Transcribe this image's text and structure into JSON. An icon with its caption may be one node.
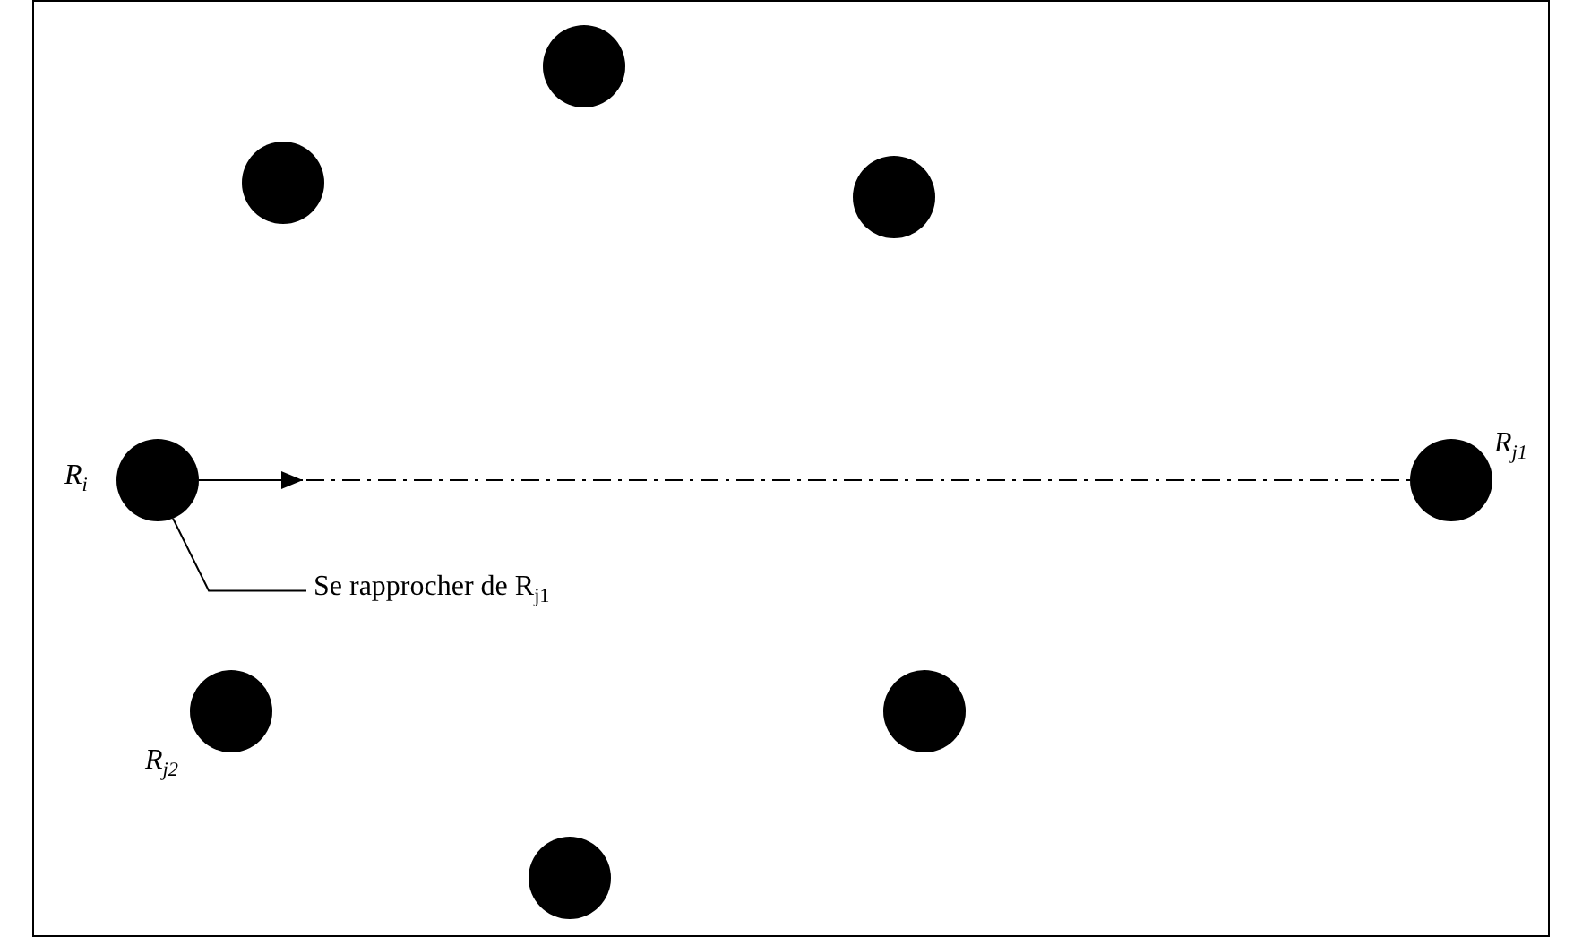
{
  "diagram": {
    "nodes": [
      {
        "text": [],
        "shape": "circle"
      },
      {
        "text": [],
        "shape": "circle"
      },
      {
        "text": [],
        "shape": "circle"
      },
      {
        "text": [],
        "shape": "circle",
        "beside": [
          "R$_{i}$"
        ]
      },
      {
        "text": [],
        "shape": "circle",
        "beside": [
          "R$_{j1}$"
        ]
      },
      {
        "text": [],
        "shape": "circle",
        "beside": [
          "R$_{j2}$"
        ]
      },
      {
        "text": [],
        "shape": "circle"
      },
      {
        "text": [],
        "shape": "circle"
      },
      {
        "text": [
          "Se rapprocher de R$_{j1}$"
        ]
      }
    ],
    "edges": [
      {
        "from": 3,
        "to": null,
        "arrow": "to"
      },
      {
        "from": 3,
        "to": 4,
        "arrow": "none",
        "style": "dashed"
      },
      {
        "from": 8,
        "to": 3,
        "arrow": "none"
      }
    ]
  }
}
